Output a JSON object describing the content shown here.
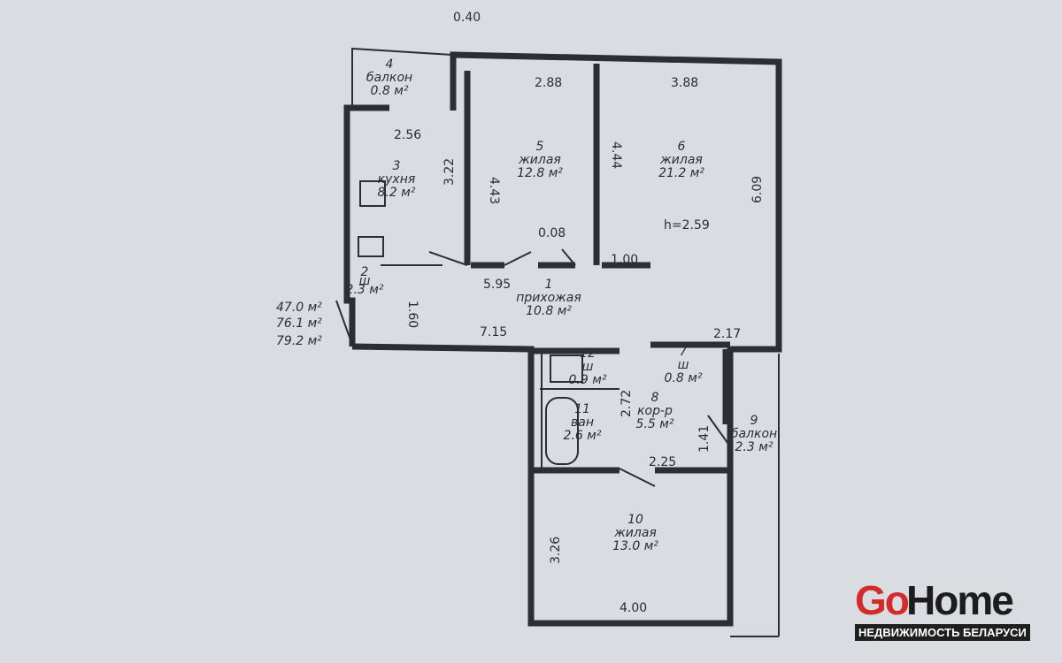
{
  "plan": {
    "total_areas": [
      "47.0 м²",
      "76.1 м²",
      "79.2 м²"
    ],
    "height_label": "h=2.59",
    "rooms": [
      {
        "number": "1",
        "name": "прихожая",
        "area": "10.8 м²"
      },
      {
        "number": "2",
        "name": "ш",
        "area": "2.3 м²"
      },
      {
        "number": "3",
        "name": "кухня",
        "area": "8.2 м²"
      },
      {
        "number": "4",
        "name": "балкон",
        "area": "0.8 м²"
      },
      {
        "number": "5",
        "name": "жилая",
        "area": "12.8 м²"
      },
      {
        "number": "6",
        "name": "жилая",
        "area": "21.2 м²"
      },
      {
        "number": "7",
        "name": "ш",
        "area": "0.8 м²"
      },
      {
        "number": "8",
        "name": "кор-р",
        "area": "5.5 м²"
      },
      {
        "number": "9",
        "name": "балкон",
        "area": "2.3 м²"
      },
      {
        "number": "10",
        "name": "жилая",
        "area": "13.0 м²"
      },
      {
        "number": "11",
        "name": "ван",
        "area": "2.6 м²"
      },
      {
        "number": "12",
        "name": "ш",
        "area": "0.9 м²"
      }
    ],
    "dimensions": [
      "0.40",
      "2.88",
      "3.88",
      "2.56",
      "4.43",
      "3.22",
      "4.44",
      "6.09",
      "0.08",
      "1.00",
      "5.95",
      "1.60",
      "7.15",
      "2.17",
      "2.72",
      "1.41",
      "2.25",
      "3.26",
      "4.00"
    ]
  },
  "watermark": {
    "go": "Go",
    "home": "Home",
    "subtitle": "НЕДВИЖИМОСТЬ БЕЛАРУСИ"
  }
}
